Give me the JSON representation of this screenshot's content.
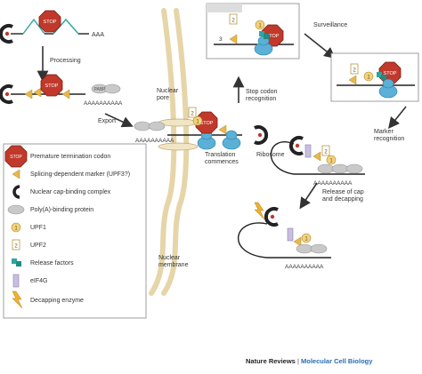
{
  "labels": {
    "processing": "Processing",
    "export": "Export",
    "nuclear_pore_line1": "Nuclear",
    "nuclear_pore_line2": "pore",
    "nuclear_membrane_line1": "Nuclear",
    "nuclear_membrane_line2": "membrane",
    "translation_line1": "Translation",
    "translation_line2": "commences",
    "ribosome": "Ribosome",
    "stop_codon_line1": "Stop codon",
    "stop_codon_line2": "recognition",
    "surveillance": "Surveillance",
    "marker_line1": "Marker",
    "marker_line2": "recognition",
    "release_line1": "Release of cap",
    "release_line2": "and decapping",
    "aaa": "AAA",
    "polya": "AAAAAAAAAA",
    "stop_symbol": "STOP",
    "pabp": "PABP",
    "upf1_symbol": "1",
    "upf2_symbol": "2",
    "three": "3"
  },
  "legend": [
    {
      "icon": "stop-codon-icon",
      "text": "Premature termination codon"
    },
    {
      "icon": "marker-icon",
      "text": "Splicing-dependent marker (UPF3?)"
    },
    {
      "icon": "cap-binding-icon",
      "text": "Nuclear cap-binding complex"
    },
    {
      "icon": "pabp-icon",
      "text": "Poly(A)-binding protein"
    },
    {
      "icon": "upf1-icon",
      "text": "UPF1"
    },
    {
      "icon": "upf2-icon",
      "text": "UPF2"
    },
    {
      "icon": "release-factors-icon",
      "text": "Release factors"
    },
    {
      "icon": "eif4g-icon",
      "text": "eIF4G"
    },
    {
      "icon": "decapping-enzyme-icon",
      "text": "Decapping enzyme"
    }
  ],
  "credit": {
    "journal": "Nature Reviews",
    "separator": "|",
    "section": "Molecular Cell Biology"
  },
  "colors": {
    "stop": "#c0392b",
    "marker": "#e8b84a",
    "cap": "#222222",
    "pabp": "#c9c9c9",
    "upf1": "#f3d37a",
    "ribosome": "#5ab0d6",
    "release": "#2aa7a0",
    "eif4g": "#c8bfe0",
    "membrane": "#e6d5a8",
    "decap": "#f0b030"
  }
}
